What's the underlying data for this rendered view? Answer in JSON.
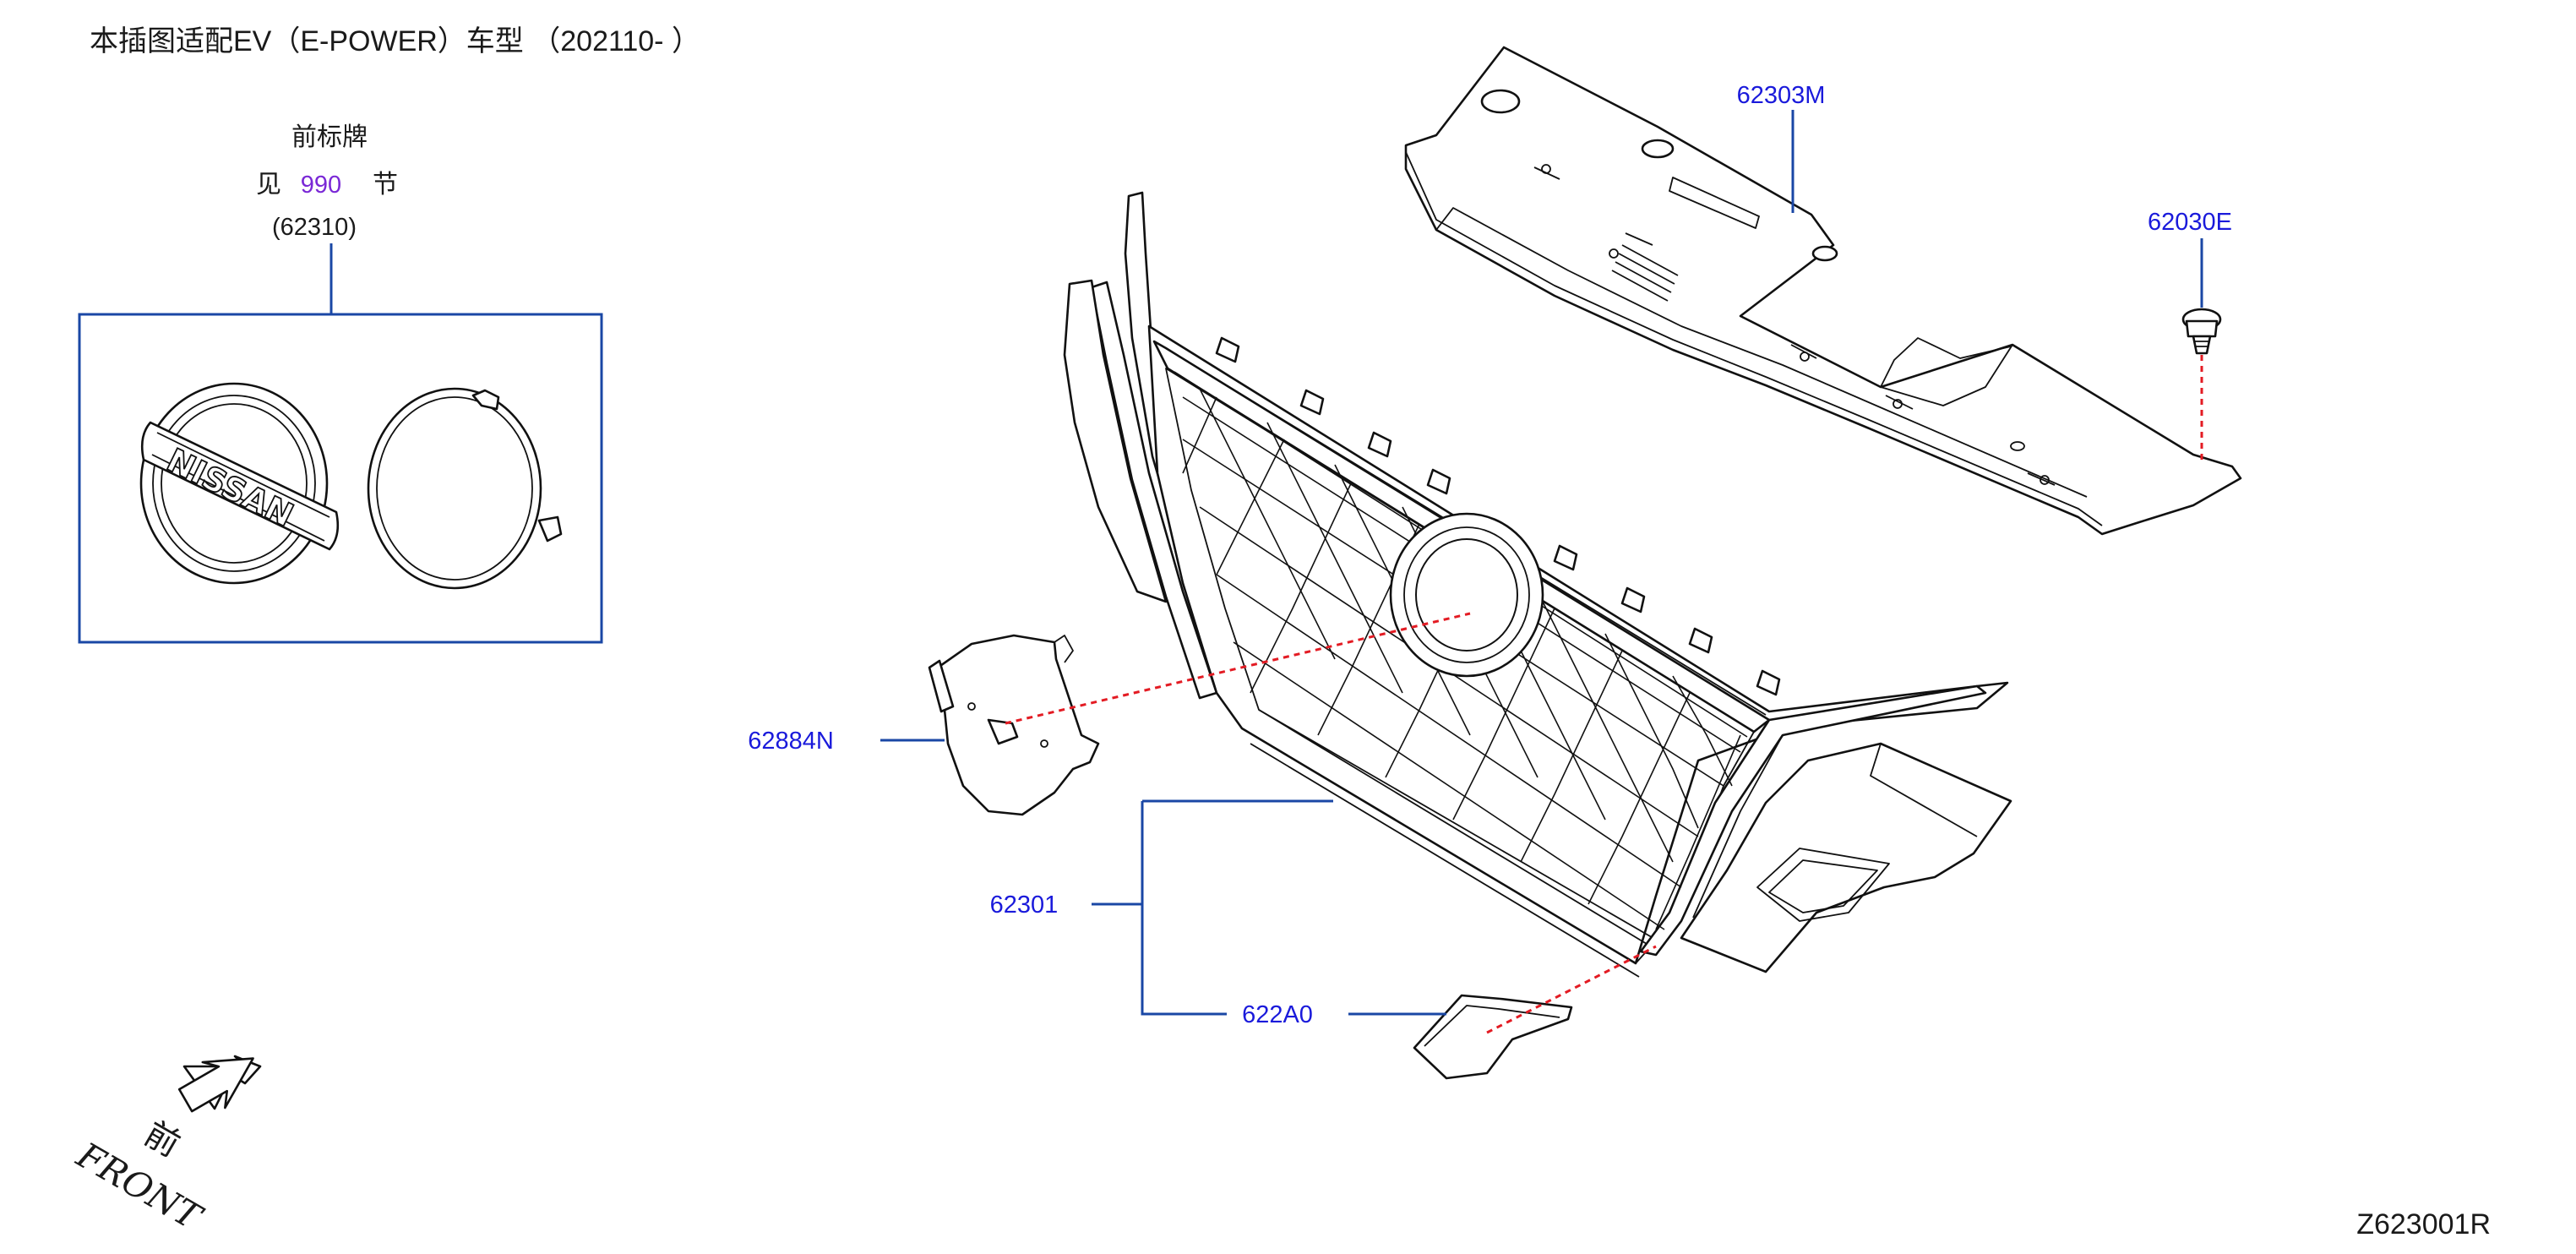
{
  "header": {
    "title": "本插图适配EV（E-POWER）车型 （202110-                ）"
  },
  "emblem_box": {
    "label_line1": "前标牌",
    "see_prefix": "见",
    "section_ref": "990",
    "see_suffix": "节",
    "part_number": "(62310)",
    "emblem_text": "NISSAN"
  },
  "callouts": {
    "upper_cover": "62303M",
    "clip": "62030E",
    "emblem_bracket": "62884N",
    "grille": "62301",
    "trim_piece": "622A0"
  },
  "orientation": {
    "chinese": "前",
    "english": "FRONT"
  },
  "footer": {
    "diagram_code": "Z623001R"
  },
  "colors": {
    "callout_blue": "#1a1adb",
    "leader_blue": "#1a47a5",
    "reference_purple": "#7a28d6",
    "dashed_red": "#e31b23",
    "line_black": "#111111"
  }
}
